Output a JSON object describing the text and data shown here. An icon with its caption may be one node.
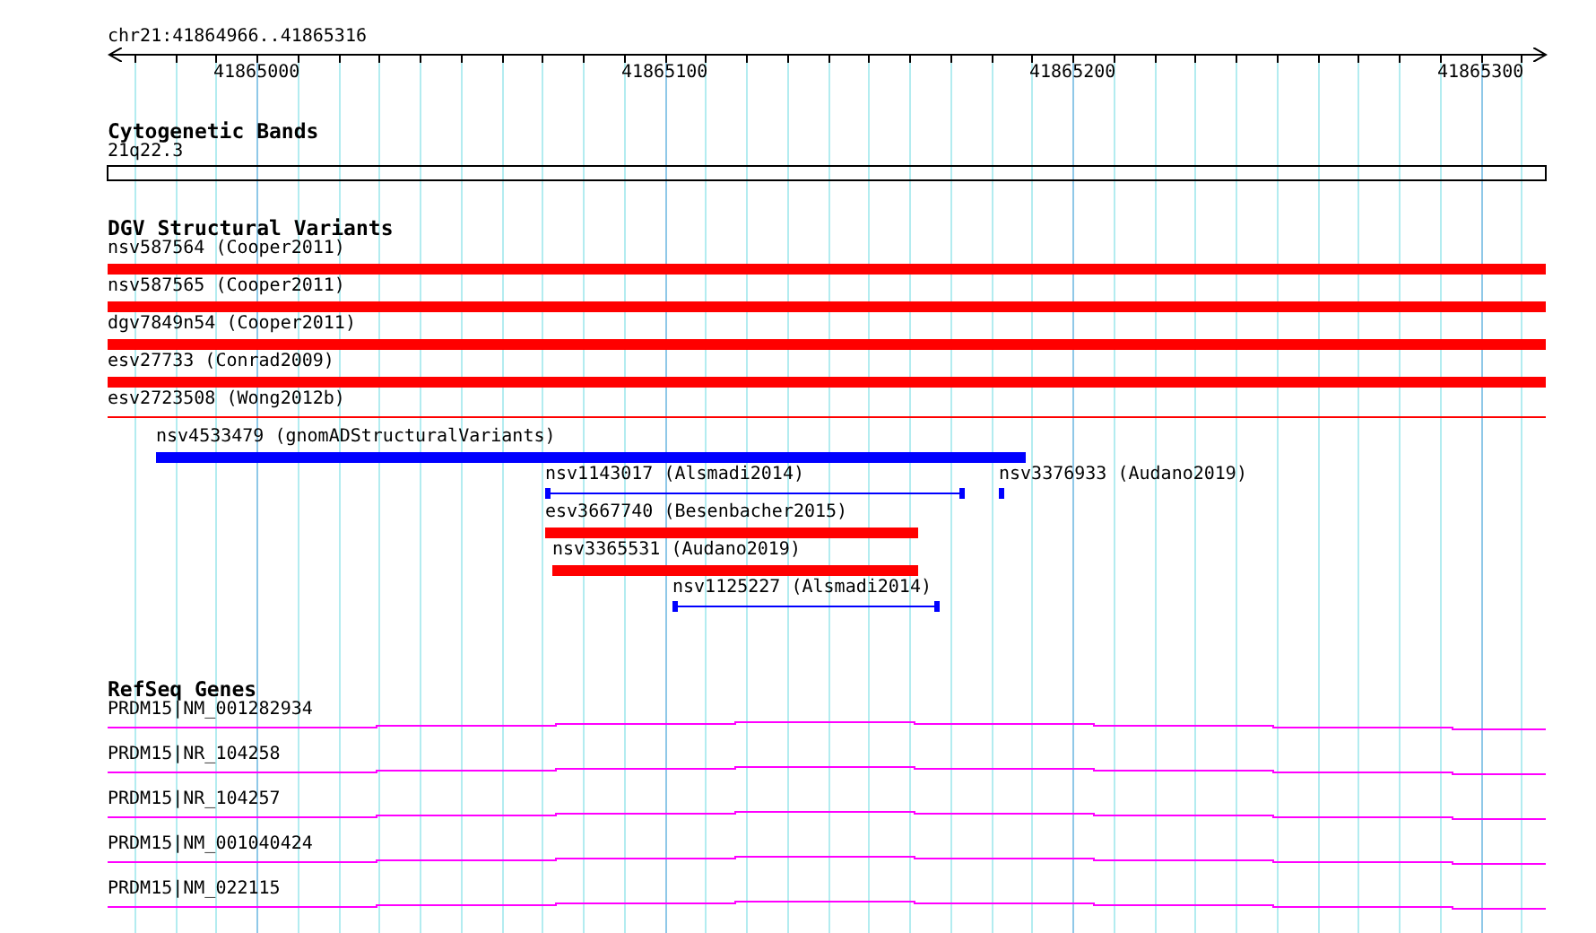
{
  "diagram": {
    "nodes": [
      {
        "text": [
          "nsv587564 (Cooper2011)"
        ]
      },
      {
        "text": [
          "nsv587565 (Cooper2011)"
        ]
      },
      {
        "text": [
          "dgv7849n54 (Cooper2011)"
        ]
      },
      {
        "text": [
          "esv27733 (Conrad2009)"
        ]
      },
      {
        "text": [
          "esv2723508 (Wong2012b)"
        ]
      },
      {
        "text": [
          "nsv4533479 (gnomADStructuralVariants)"
        ]
      },
      {
        "text": [
          "nsv1143017 (Alsmadi2014)"
        ]
      },
      {
        "text": [
          "nsv3376933 (Audano2019)"
        ]
      },
      {
        "text": [
          "esv3667740 (Besenbacher2015)"
        ]
      },
      {
        "text": [
          "nsv3365531 (Audano2019)"
        ]
      },
      {
        "text": [
          "nsv1125227 (Alsmadi2014)"
        ]
      },
      {
        "text": [
          "PRDM15|NM_001282934"
        ]
      },
      {
        "text": [
          "PRDM15|NR_104258"
        ]
      },
      {
        "text": [
          "PRDM15|NR_104257"
        ]
      },
      {
        "text": [
          "PRDM15|NM_001040424"
        ]
      },
      {
        "text": [
          "PRDM15|NM_022115"
        ]
      }
    ],
    "labels": [
      "chr21:41864966..41865316",
      "41865000",
      "41865100",
      "41865200",
      "41865300",
      "Cytogenetic Bands",
      "21q22.3",
      "DGV Structural Variants",
      "RefSeq Genes"
    ]
  }
}
